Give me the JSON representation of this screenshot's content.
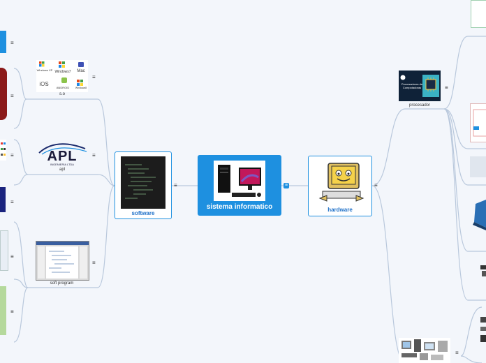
{
  "central": {
    "label": "sistema informatico",
    "icon": "computer-desktop"
  },
  "software": {
    "label": "software",
    "icon": "code-screen",
    "children": [
      {
        "caption": "s.o",
        "icon": "operating-system-logos"
      },
      {
        "caption": "apl",
        "icon": "apl-logo"
      },
      {
        "caption": "soft program",
        "icon": "program-screenshot"
      }
    ]
  },
  "hardware": {
    "label": "hardware",
    "icon": "smiling-computer",
    "children": [
      {
        "caption": "procesador",
        "icon": "processor-card",
        "card_text": "Procesadores de Computadoras"
      },
      {
        "caption": "",
        "icon": "hardware-collage"
      }
    ]
  },
  "os_logos": {
    "windows_xp": "Windows XP",
    "windows7": "Windows7",
    "mac": "Mac",
    "ios": "iOS",
    "android": "ANDROID",
    "windows8": "Windows8"
  },
  "apl_logo": {
    "text": "APL",
    "subtext": "INGENIERIA LTDA"
  },
  "menu_glyph": "≡",
  "collapse_glyph": "≡",
  "colors": {
    "accent": "#1e90e0",
    "line": "#b9c8dc",
    "background": "#f3f6fb"
  }
}
